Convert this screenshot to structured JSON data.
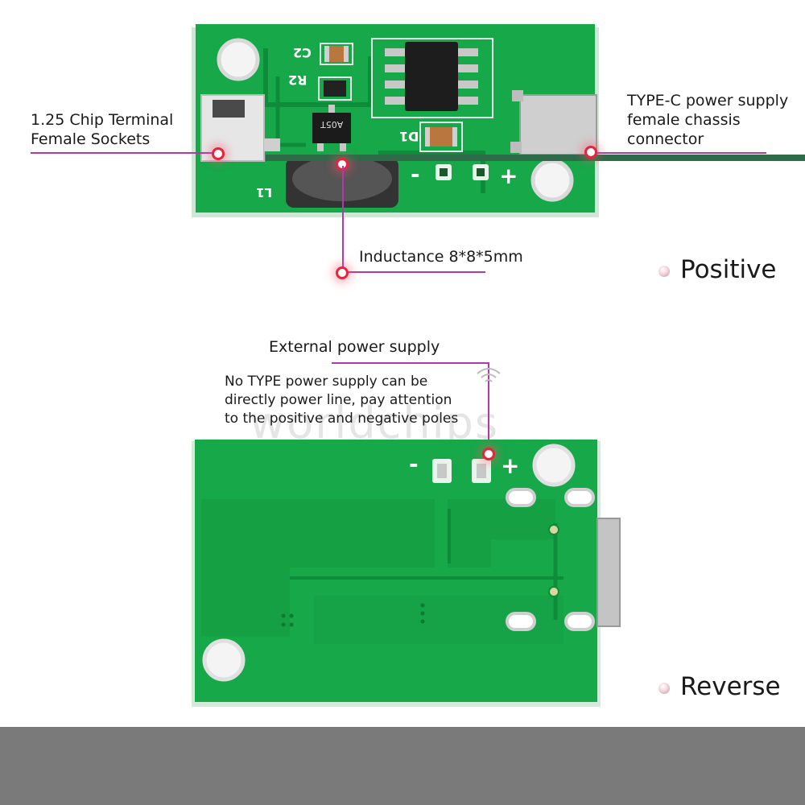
{
  "labels": {
    "chip_terminal": "1.25 Chip Terminal\nFemale Sockets",
    "type_c": "TYPE-C power supply\nfemale chassis\nconnector",
    "inductance": "Inductance 8*8*5mm",
    "positive": "Positive",
    "external_power": "External power supply",
    "note": "No TYPE power supply can be\ndirectly power line, pay attention\nto the positive and negative poles",
    "reverse": "Reverse"
  },
  "silkscreen": {
    "c2": "C2",
    "r2": "R2",
    "d1": "D1",
    "l1": "L1",
    "ic_marking": "A05T",
    "minus": "-",
    "plus": "+"
  },
  "watermark": "worldchips",
  "colors": {
    "pcb_green": "#17a84a",
    "pcb_dark": "#0f8c3a",
    "callout_line": "#b23aa8",
    "marker_red": "#e8233b",
    "band_gray": "#7a7a7a"
  }
}
